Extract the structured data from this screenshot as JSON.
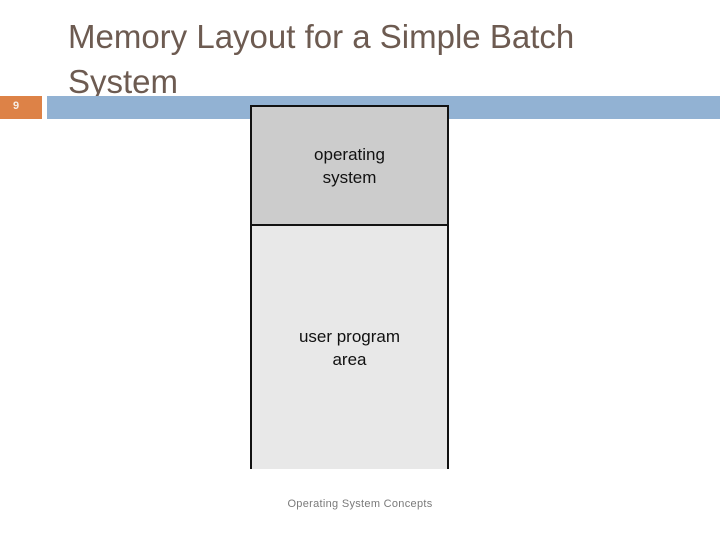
{
  "slide": {
    "title": "Memory Layout for a Simple Batch System",
    "slide_number": "9",
    "footer": "Operating System Concepts",
    "colors": {
      "title_text": "#6d5b51",
      "header_bar": "#92b2d3",
      "slide_number_badge": "#dd8247",
      "slide_number_text": "#f6ece3",
      "os_region_fill": "#cccccc",
      "user_region_fill": "#e8e8e8",
      "diagram_border": "#121212",
      "footer_text": "#7a7a7a",
      "background": "#ffffff"
    }
  },
  "diagram": {
    "name": "memory-layout",
    "regions": [
      {
        "id": "operating-system",
        "label": "operating\nsystem"
      },
      {
        "id": "user-program-area",
        "label": "user program\narea"
      }
    ]
  }
}
